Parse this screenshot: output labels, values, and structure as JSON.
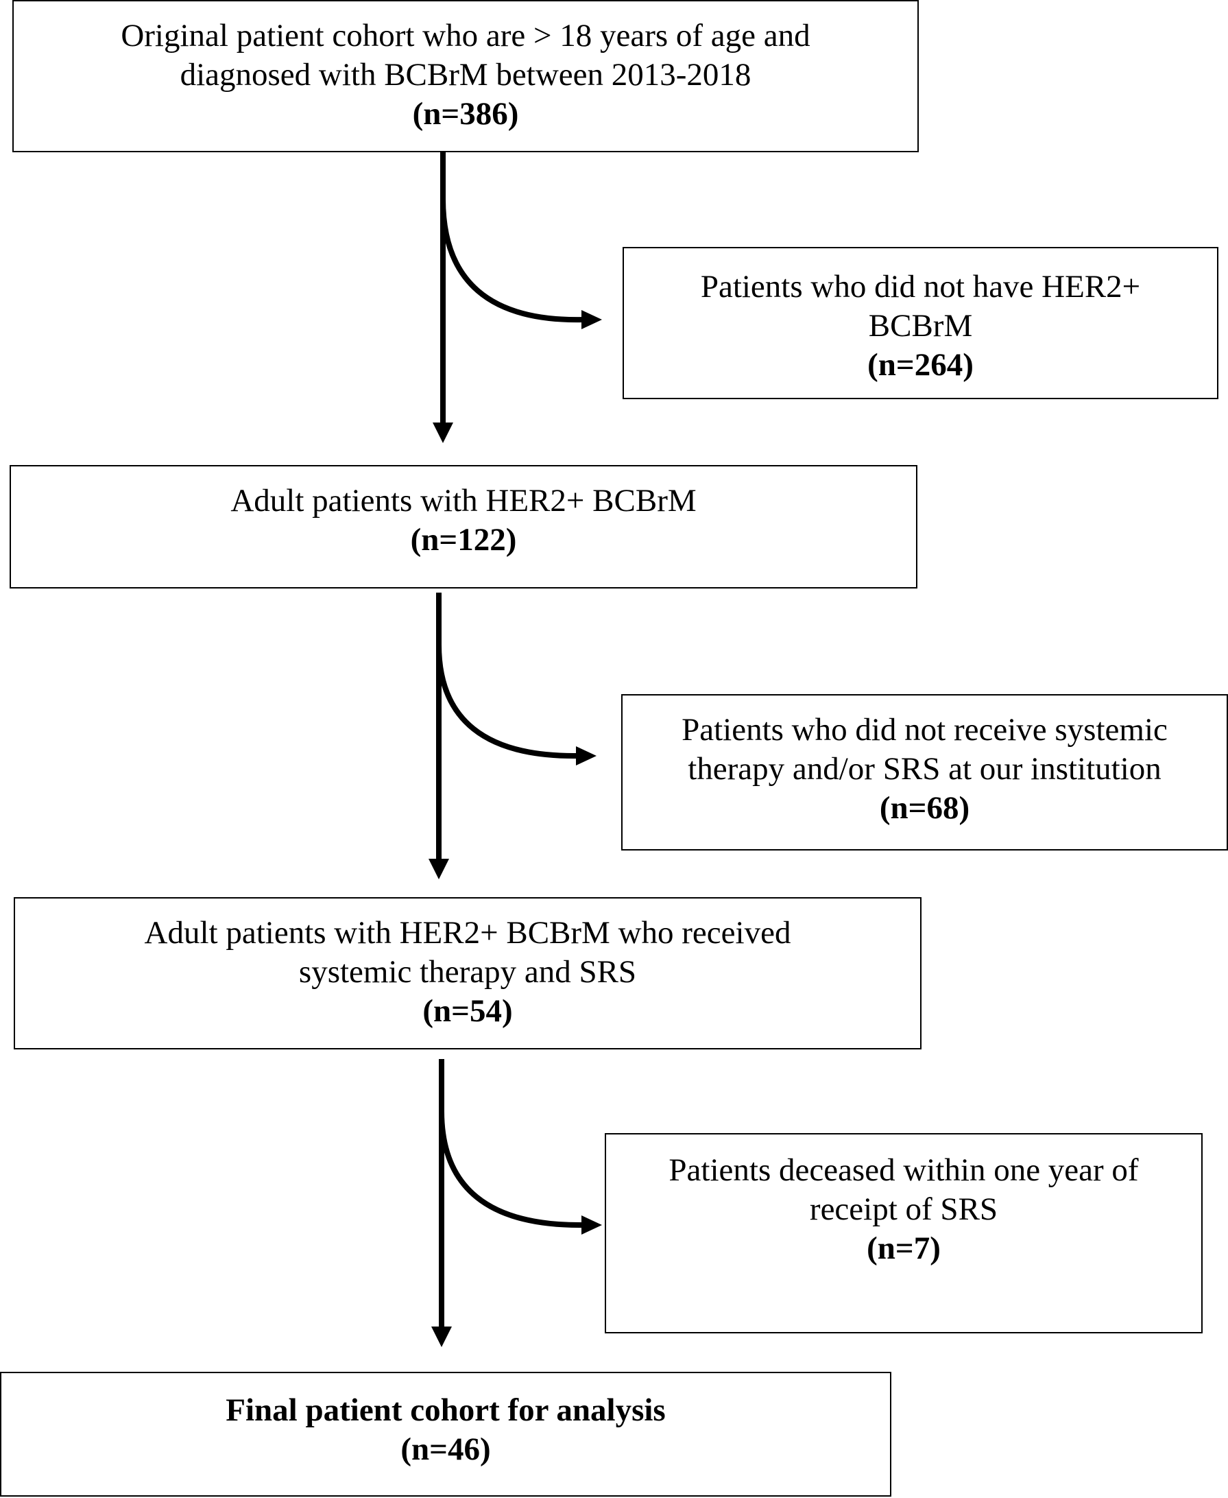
{
  "boxes": {
    "original": {
      "lines": [
        "Original patient cohort who are > 18 years of age and",
        "diagnosed with BCBrM between 2013-2018"
      ],
      "n": "(n=386)"
    },
    "excl_her2": {
      "lines": [
        "Patients who did not have HER2+",
        "BCBrM"
      ],
      "n": "(n=264)"
    },
    "her2": {
      "lines": [
        "Adult patients with HER2+ BCBrM"
      ],
      "n": "(n=122)"
    },
    "excl_therapy": {
      "lines": [
        "Patients who did not receive systemic",
        "therapy and/or SRS at our institution"
      ],
      "n": "(n=68)"
    },
    "received": {
      "lines": [
        "Adult patients with HER2+ BCBrM who received",
        "systemic therapy and SRS"
      ],
      "n": "(n=54)"
    },
    "excl_deceased": {
      "lines": [
        "Patients deceased within one year of",
        "receipt of SRS"
      ],
      "n": "(n=7)"
    },
    "final": {
      "title": "Final patient cohort for analysis",
      "n": "(n=46)"
    }
  }
}
